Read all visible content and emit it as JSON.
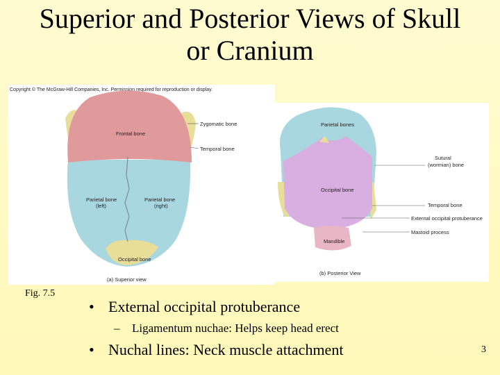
{
  "title": "Superior and Posterior Views of Skull or Cranium",
  "figure": {
    "copyright": "Copyright © The McGraw-Hill Companies, Inc. Permission required for reproduction or display.",
    "superior": {
      "frontal_bone": "Frontal bone",
      "zygomatic_bone": "Zygomatic bone",
      "temporal_bone": "Temporal bone",
      "parietal_left_1": "Parietal bone",
      "parietal_left_2": "(left)",
      "parietal_right_1": "Parietal bone",
      "parietal_right_2": "(right)",
      "occipital_bone": "Occipital bone",
      "caption": "(a) Superior view"
    },
    "posterior": {
      "parietal_bones": "Parietal bones",
      "sutural_1": "Sutural",
      "sutural_2": "(wormian) bone",
      "occipital_bone": "Occipital bone",
      "temporal_bone": "Temporal bone",
      "external_occipital": "External occipital protuberance",
      "mastoid_process": "Mastoid process",
      "mandible": "Mandible",
      "caption": "(b) Posterior View"
    },
    "colors": {
      "frontal": "#e09a9c",
      "parietal": "#a9d7e0",
      "occipital": "#d9aee0",
      "temporal": "#e8de98",
      "mandible": "#e8b6c4"
    }
  },
  "fig_label": "Fig. 7.5",
  "bullets": [
    {
      "level": 1,
      "text": "External occipital protuberance"
    },
    {
      "level": 2,
      "text": "Ligamentum nuchae: Helps keep head erect"
    },
    {
      "level": 1,
      "text": "Nuchal lines: Neck muscle attachment"
    }
  ],
  "page_number": "3"
}
